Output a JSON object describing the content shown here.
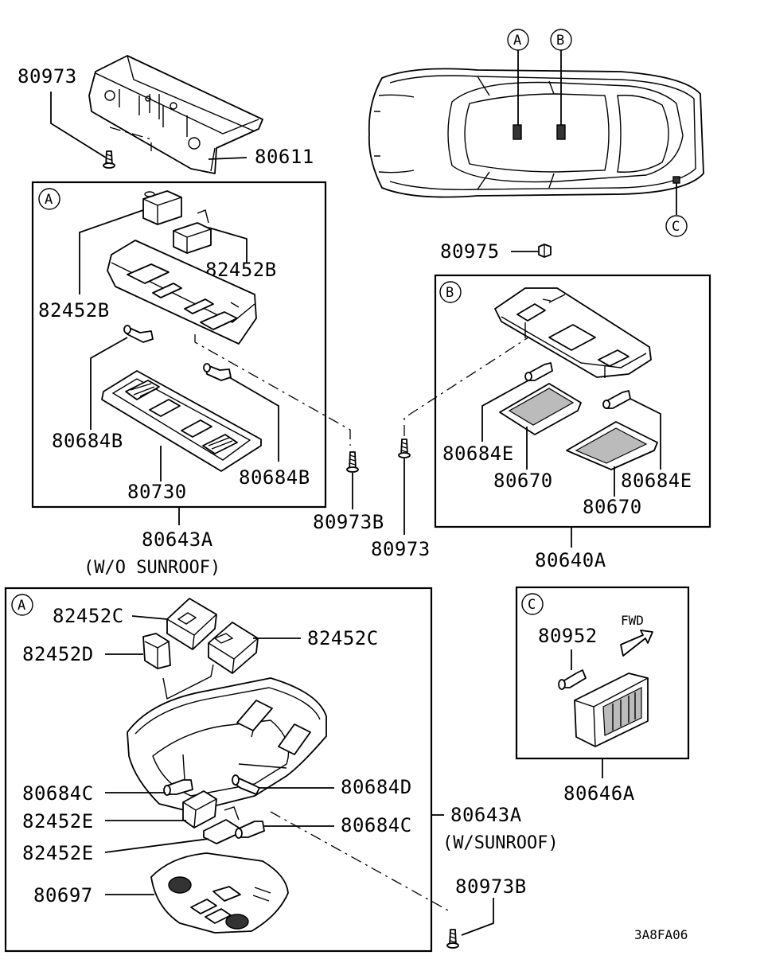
{
  "diagram_id": "3A8FA06",
  "callouts": {
    "A": "A",
    "B": "B",
    "C": "C"
  },
  "parts": {
    "top_left_screw": "80973",
    "roof_bracket": "80611",
    "nut": "80975",
    "switch_b_top": "82452B",
    "switch_b_left": "82452B",
    "bulb_b_left": "80684B",
    "bulb_b_right": "80684B",
    "lens_a": "80730",
    "screw_a": "80973B",
    "screw_mid": "80973",
    "bulb_e_left": "80684E",
    "lens_b_left": "80670",
    "bulb_e_right": "80684E",
    "lens_b_right": "80670",
    "switch_c_top": "82452C",
    "switch_c_right": "82452C",
    "switch_d": "82452D",
    "bulb_c_left": "80684C",
    "bulb_d": "80684D",
    "switch_e_upper": "82452E",
    "bulb_c_right": "80684C",
    "switch_e_lower": "82452E",
    "lens_sunroof": "80697",
    "screw_bottom": "80973B",
    "bulb_952": "80952"
  },
  "assemblies": {
    "without_sunroof": {
      "part": "80643A",
      "note": "(W/O SUNROOF)"
    },
    "with_sunroof": {
      "part": "80643A",
      "note": "(W/SUNROOF)"
    },
    "rear_lamp": {
      "part": "80640A"
    },
    "trunk_lamp": {
      "part": "80646A"
    }
  },
  "arrow_label": "FWD"
}
